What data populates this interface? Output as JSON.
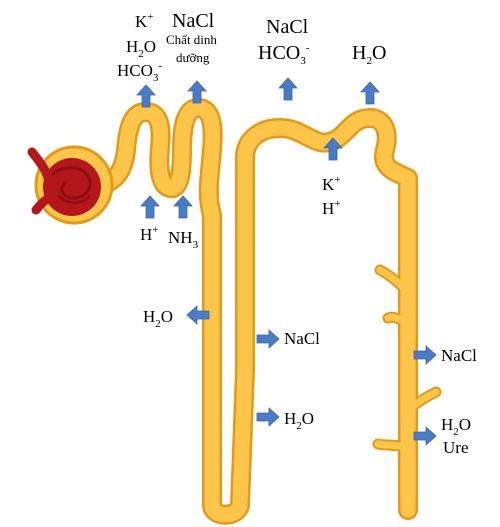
{
  "labels": {
    "k_plus": "K+",
    "h2o": "H2O",
    "hco3": "HCO3-",
    "nacl": "NaCl",
    "nutrients_line1": "Chất dinh",
    "nutrients_line2": "dưỡng",
    "h_plus": "H+",
    "nh3": "NH3",
    "ure": "Ure"
  },
  "colors": {
    "tubule_fill": "#FDC64A",
    "tubule_outline": "#E39A1C",
    "glomerulus": "#B3161B",
    "glomerulus_dark": "#8A0E12",
    "arrow": "#4A7BC4"
  }
}
